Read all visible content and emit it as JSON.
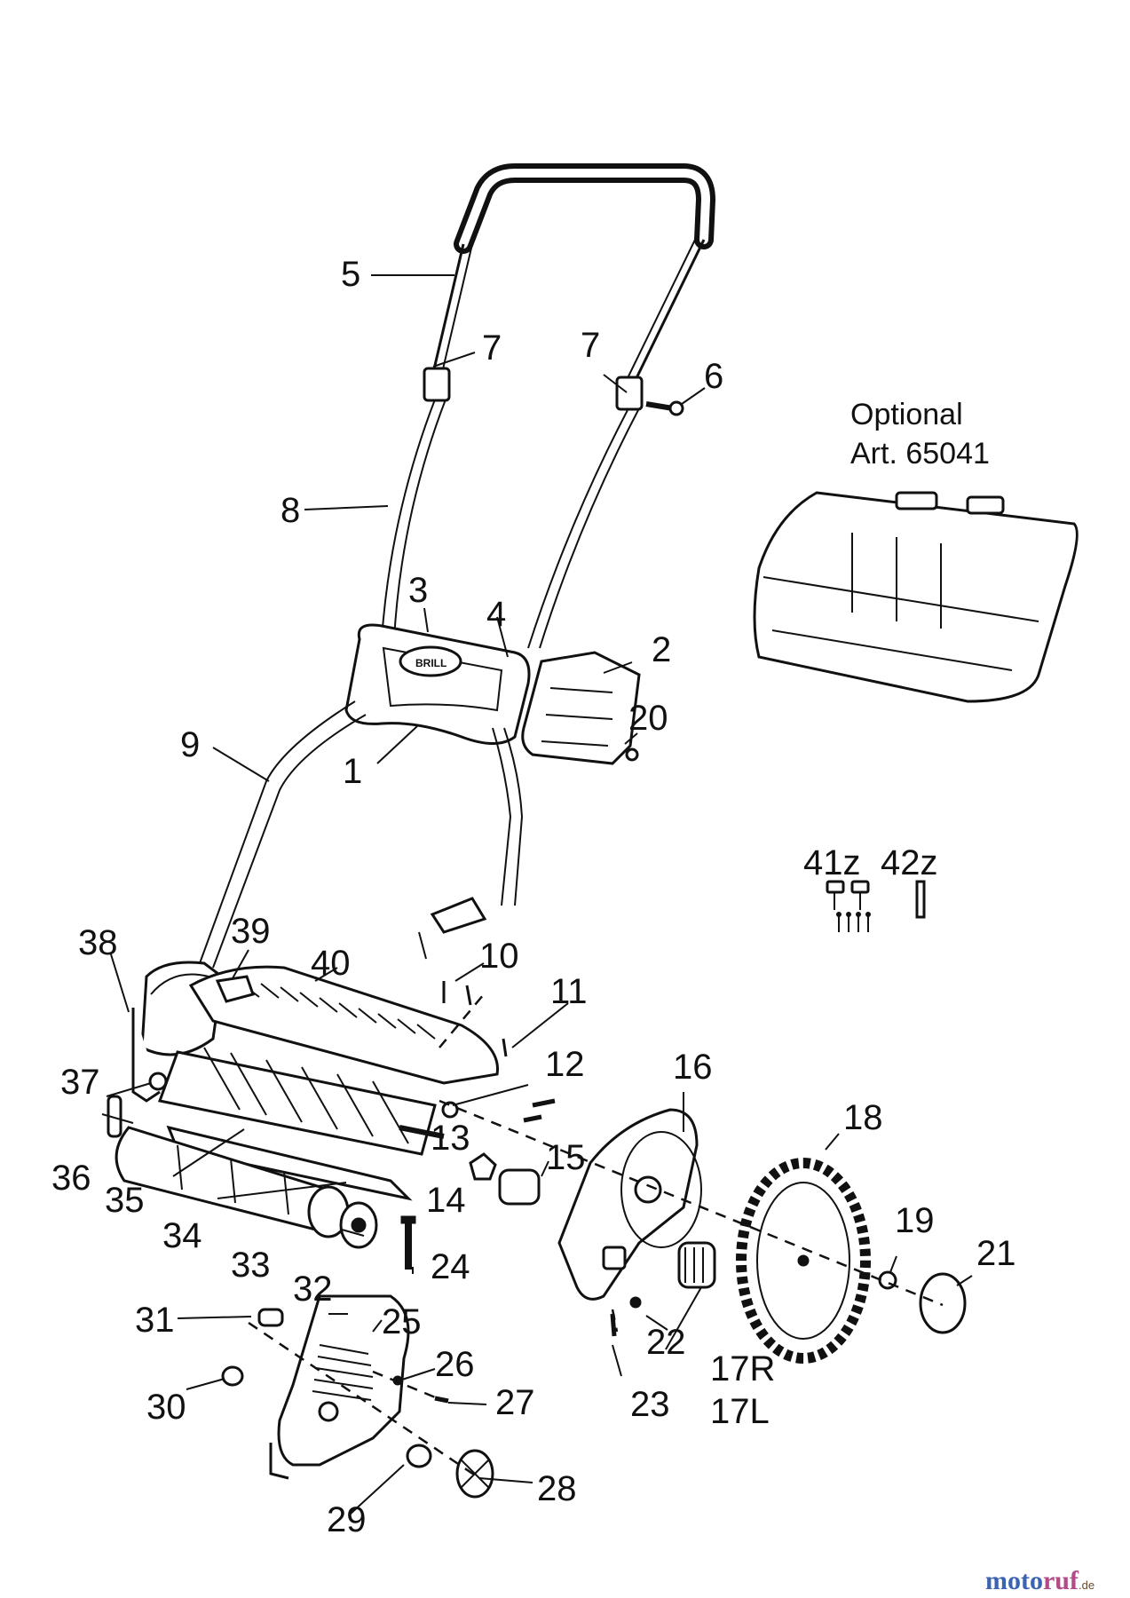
{
  "optional": {
    "line1": "Optional",
    "line2": "Art. 65041"
  },
  "labels": {
    "l1": "1",
    "l2": "2",
    "l3": "3",
    "l4": "4",
    "l5": "5",
    "l6": "6",
    "l7a": "7",
    "l7b": "7",
    "l8": "8",
    "l9": "9",
    "l10": "10",
    "l11": "11",
    "l12": "12",
    "l13": "13",
    "l14": "14",
    "l15": "15",
    "l16": "16",
    "l17r": "17R",
    "l17l": "17L",
    "l18": "18",
    "l19": "19",
    "l20": "20",
    "l21": "21",
    "l22": "22",
    "l23": "23",
    "l24": "24",
    "l25": "25",
    "l26": "26",
    "l27": "27",
    "l28": "28",
    "l29": "29",
    "l30": "30",
    "l31": "31",
    "l32": "32",
    "l33": "33",
    "l34": "34",
    "l35": "35",
    "l36": "36",
    "l37": "37",
    "l38": "38",
    "l39": "39",
    "l40": "40",
    "l41z": "41z",
    "l42z": "42z"
  },
  "brand_plate": "BRILL",
  "watermark": {
    "part1": "moto",
    "part2": "ruf",
    "suffix": ".de"
  }
}
